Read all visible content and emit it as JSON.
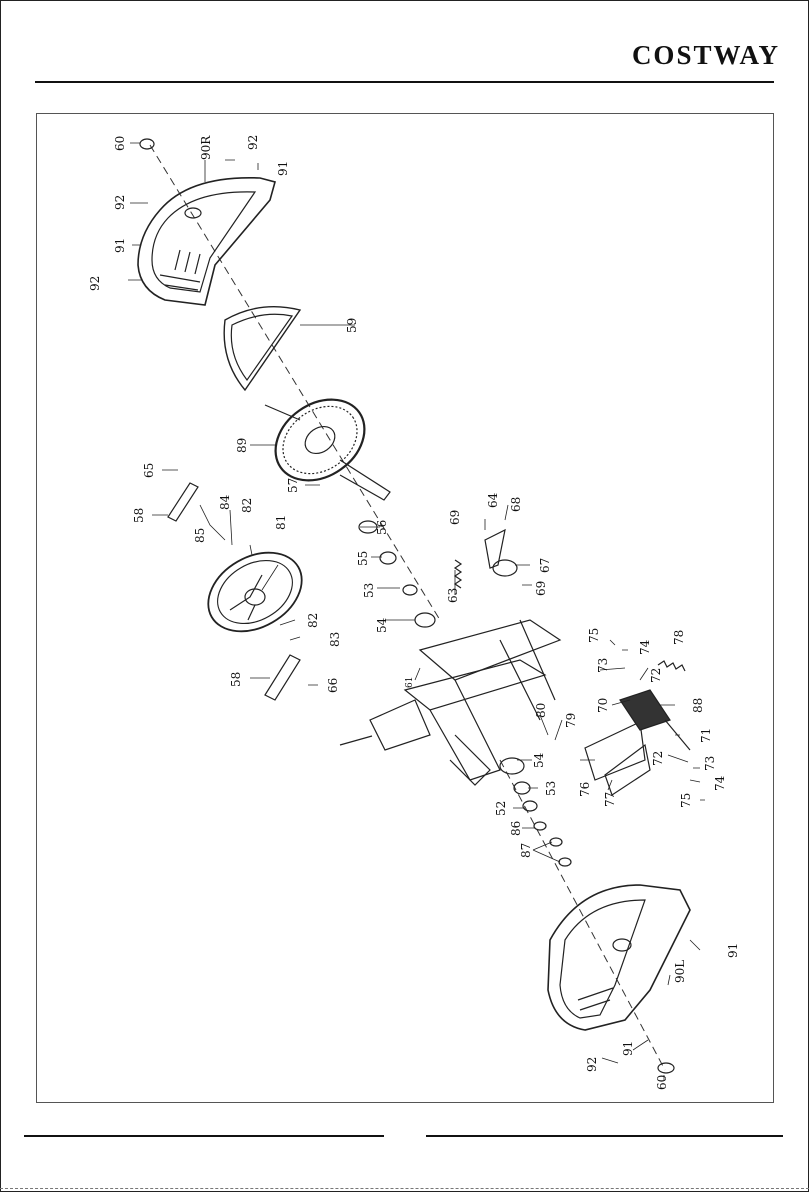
{
  "header": {
    "brand": "COSTWAY"
  },
  "part_labels": [
    {
      "id": "p60a",
      "text": "60"
    },
    {
      "id": "p90r",
      "text": "90R"
    },
    {
      "id": "p92a",
      "text": "92"
    },
    {
      "id": "p91a",
      "text": "91"
    },
    {
      "id": "p92b",
      "text": "92"
    },
    {
      "id": "p91b",
      "text": "91"
    },
    {
      "id": "p92c",
      "text": "92"
    },
    {
      "id": "p59",
      "text": "59"
    },
    {
      "id": "p89",
      "text": "89"
    },
    {
      "id": "p57",
      "text": "57"
    },
    {
      "id": "p65",
      "text": "65"
    },
    {
      "id": "p58a",
      "text": "58"
    },
    {
      "id": "p85",
      "text": "85"
    },
    {
      "id": "p84",
      "text": "84"
    },
    {
      "id": "p82a",
      "text": "82"
    },
    {
      "id": "p81",
      "text": "81"
    },
    {
      "id": "p56",
      "text": "56"
    },
    {
      "id": "p55",
      "text": "55"
    },
    {
      "id": "p53a",
      "text": "53"
    },
    {
      "id": "p63",
      "text": "63"
    },
    {
      "id": "p69a",
      "text": "69"
    },
    {
      "id": "p64",
      "text": "64"
    },
    {
      "id": "p68",
      "text": "68"
    },
    {
      "id": "p67",
      "text": "67"
    },
    {
      "id": "p69b",
      "text": "69"
    },
    {
      "id": "p54a",
      "text": "54"
    },
    {
      "id": "p82b",
      "text": "82"
    },
    {
      "id": "p83",
      "text": "83"
    },
    {
      "id": "p58b",
      "text": "58"
    },
    {
      "id": "p66",
      "text": "66"
    },
    {
      "id": "p61",
      "text": "61"
    },
    {
      "id": "p75a",
      "text": "75"
    },
    {
      "id": "p74a",
      "text": "74"
    },
    {
      "id": "p78",
      "text": "78"
    },
    {
      "id": "p73a",
      "text": "73"
    },
    {
      "id": "p72a",
      "text": "72"
    },
    {
      "id": "p70",
      "text": "70"
    },
    {
      "id": "p88",
      "text": "88"
    },
    {
      "id": "p80",
      "text": "80"
    },
    {
      "id": "p79",
      "text": "79"
    },
    {
      "id": "p71",
      "text": "71"
    },
    {
      "id": "p54b",
      "text": "54"
    },
    {
      "id": "p53b",
      "text": "53"
    },
    {
      "id": "p76",
      "text": "76"
    },
    {
      "id": "p77",
      "text": "77"
    },
    {
      "id": "p72b",
      "text": "72"
    },
    {
      "id": "p73b",
      "text": "73"
    },
    {
      "id": "p74b",
      "text": "74"
    },
    {
      "id": "p75b",
      "text": "75"
    },
    {
      "id": "p52",
      "text": "52"
    },
    {
      "id": "p86",
      "text": "86"
    },
    {
      "id": "p87",
      "text": "87"
    },
    {
      "id": "p91c",
      "text": "91"
    },
    {
      "id": "p90l",
      "text": "90L"
    },
    {
      "id": "p91d",
      "text": "91"
    },
    {
      "id": "p92d",
      "text": "92"
    },
    {
      "id": "p60b",
      "text": "60"
    }
  ]
}
